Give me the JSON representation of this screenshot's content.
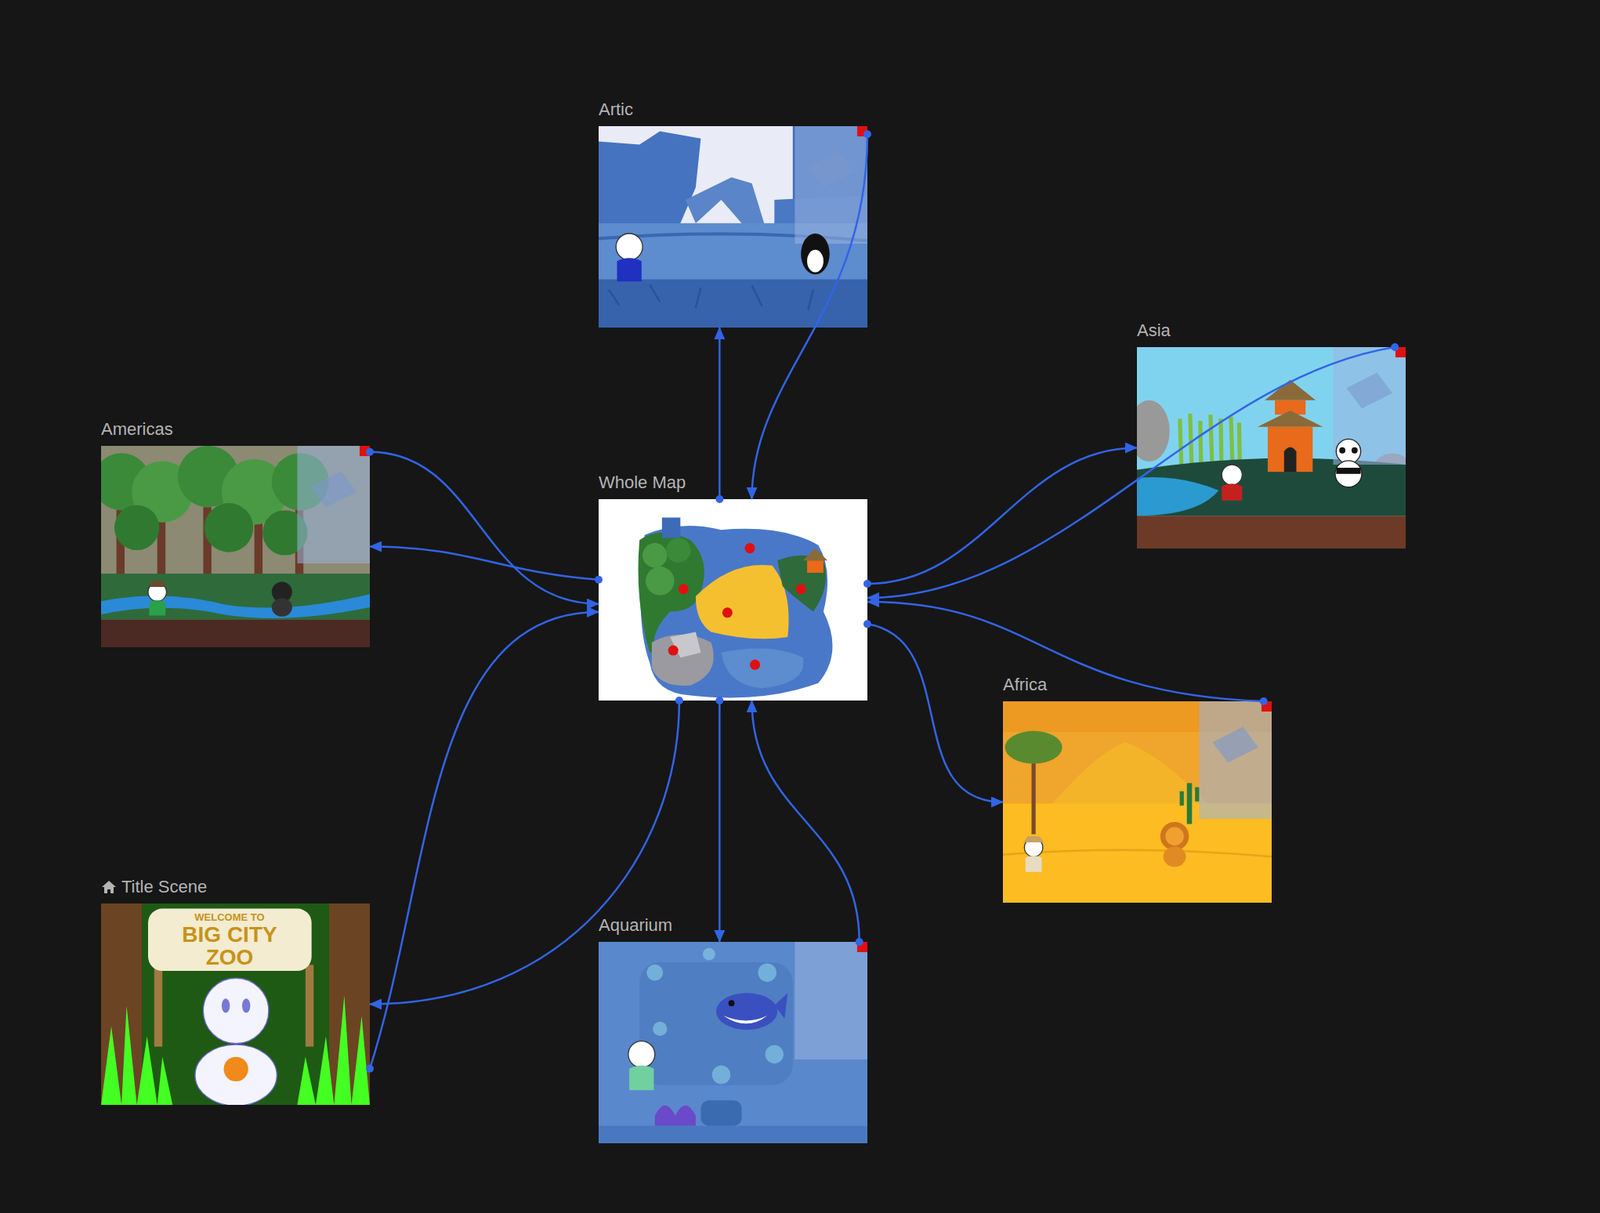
{
  "diagram": {
    "nodes": [
      {
        "text": [
          "Artic"
        ]
      },
      {
        "text": [
          "Asia"
        ]
      },
      {
        "text": [
          "Americas"
        ]
      },
      {
        "text": [
          "Whole Map"
        ]
      },
      {
        "text": [
          "Africa"
        ]
      },
      {
        "text": [
          "Title Scene"
        ]
      },
      {
        "text": [
          "Aquarium"
        ]
      }
    ],
    "edges": [
      {
        "from": 3,
        "to": 0,
        "arrow": "to"
      },
      {
        "from": 0,
        "to": 3,
        "arrow": "to"
      },
      {
        "from": 3,
        "to": 2,
        "arrow": "to"
      },
      {
        "from": 2,
        "to": 3,
        "arrow": "to"
      },
      {
        "from": 3,
        "to": 1,
        "arrow": "to"
      },
      {
        "from": 1,
        "to": 3,
        "arrow": "to"
      },
      {
        "from": 3,
        "to": 4,
        "arrow": "to"
      },
      {
        "from": 4,
        "to": 3,
        "arrow": "to"
      },
      {
        "from": 3,
        "to": 6,
        "arrow": "to"
      },
      {
        "from": 6,
        "to": 3,
        "arrow": "to"
      },
      {
        "from": 3,
        "to": 5,
        "arrow": "to"
      },
      {
        "from": 5,
        "to": 3,
        "arrow": "to"
      }
    ],
    "labels": [
      "WELCOME TO",
      "BIG CITY ZOO"
    ]
  }
}
